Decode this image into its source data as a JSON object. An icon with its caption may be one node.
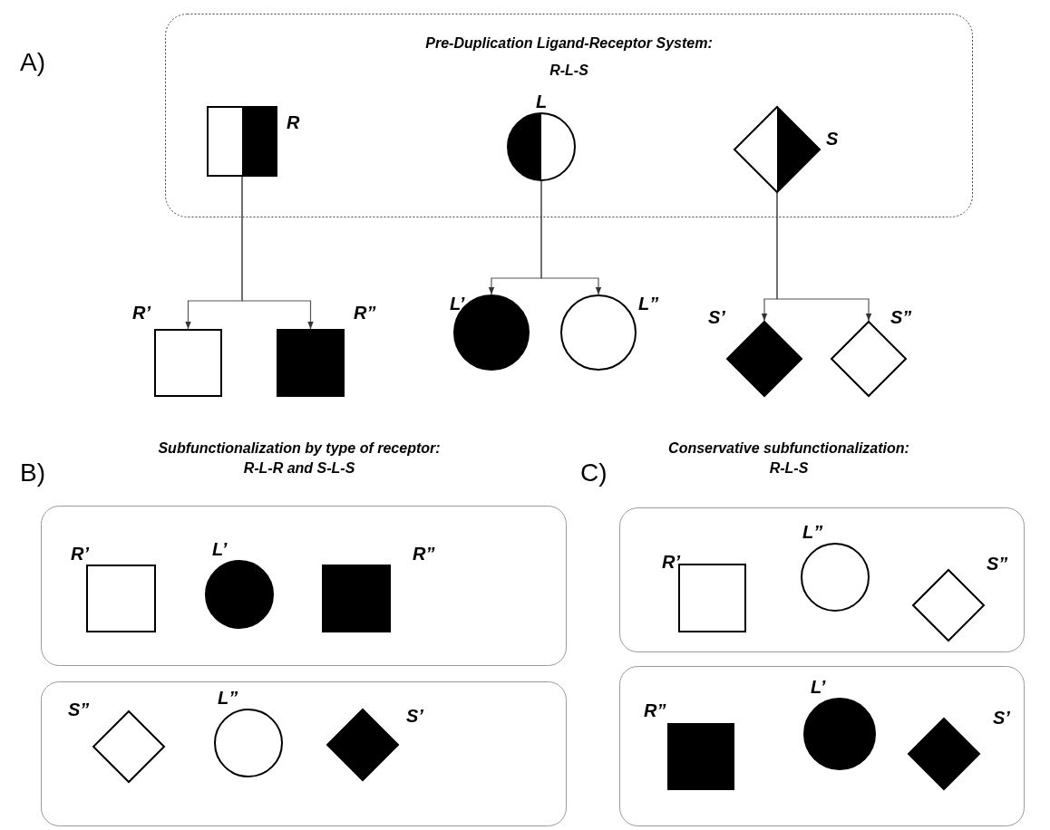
{
  "diagram": {
    "nodes": [
      {
        "text": [
          "Pre-Duplication Ligand-Receptor System: R-L-S"
        ]
      },
      {
        "text": [
          "R"
        ],
        "in": 0
      },
      {
        "text": [
          "L"
        ],
        "in": 0
      },
      {
        "text": [
          "S"
        ],
        "in": 0
      },
      {
        "text": [
          "R’"
        ]
      },
      {
        "text": [
          "R”"
        ]
      },
      {
        "text": [
          "L’"
        ]
      },
      {
        "text": [
          "L”"
        ]
      },
      {
        "text": [
          "S’"
        ]
      },
      {
        "text": [
          "S”"
        ]
      },
      {
        "text": [],
        "shape": "box"
      },
      {
        "text": [
          "R’"
        ],
        "in": 10
      },
      {
        "text": [
          "L’"
        ],
        "in": 10
      },
      {
        "text": [
          "R”"
        ],
        "in": 10
      },
      {
        "text": [],
        "shape": "box"
      },
      {
        "text": [
          "S”"
        ],
        "in": 14
      },
      {
        "text": [
          "L”"
        ],
        "in": 14
      },
      {
        "text": [
          "S’"
        ],
        "in": 14
      },
      {
        "text": [],
        "shape": "box"
      },
      {
        "text": [
          "R’"
        ],
        "in": 18
      },
      {
        "text": [
          "L”"
        ],
        "in": 18
      },
      {
        "text": [
          "S”"
        ],
        "in": 18
      },
      {
        "text": [],
        "shape": "box"
      },
      {
        "text": [
          "R”"
        ],
        "in": 22
      },
      {
        "text": [
          "L’"
        ],
        "in": 22
      },
      {
        "text": [
          "S’"
        ],
        "in": 22
      }
    ],
    "edges": [
      {
        "from": 1,
        "to": 4,
        "arrow": "to"
      },
      {
        "from": 1,
        "to": 5,
        "arrow": "to"
      },
      {
        "from": 2,
        "to": 6,
        "arrow": "to"
      },
      {
        "from": 2,
        "to": 7,
        "arrow": "to"
      },
      {
        "from": 3,
        "to": 8,
        "arrow": "to"
      },
      {
        "from": 3,
        "to": 9,
        "arrow": "to"
      }
    ],
    "labels": [
      "A)",
      "B)",
      "Subfunctionalization by type of receptor: R-L-R and S-L-S",
      "C)",
      "Conservative subfunctionalization: R-L-S"
    ]
  }
}
